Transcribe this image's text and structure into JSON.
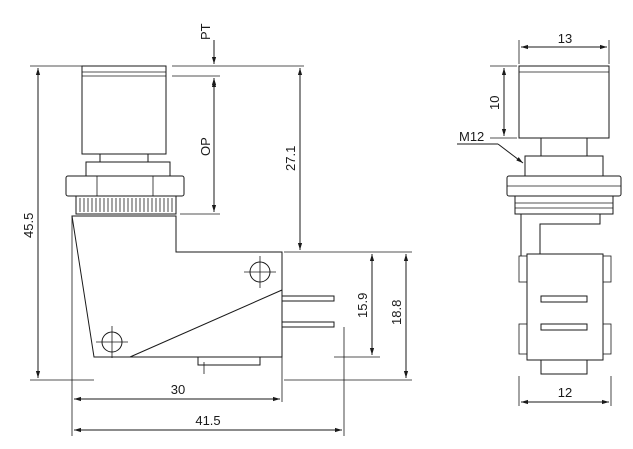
{
  "side_view": {
    "dimensions": {
      "pt": "PT",
      "op": "OP",
      "height_total": "45.5",
      "height_27_1": "27.1",
      "height_15_9": "15.9",
      "height_18_8": "18.8",
      "width_30": "30",
      "width_41_5": "41.5"
    }
  },
  "front_view": {
    "dimensions": {
      "width_13": "13",
      "height_10": "10",
      "thread": "M12",
      "width_12": "12"
    }
  }
}
